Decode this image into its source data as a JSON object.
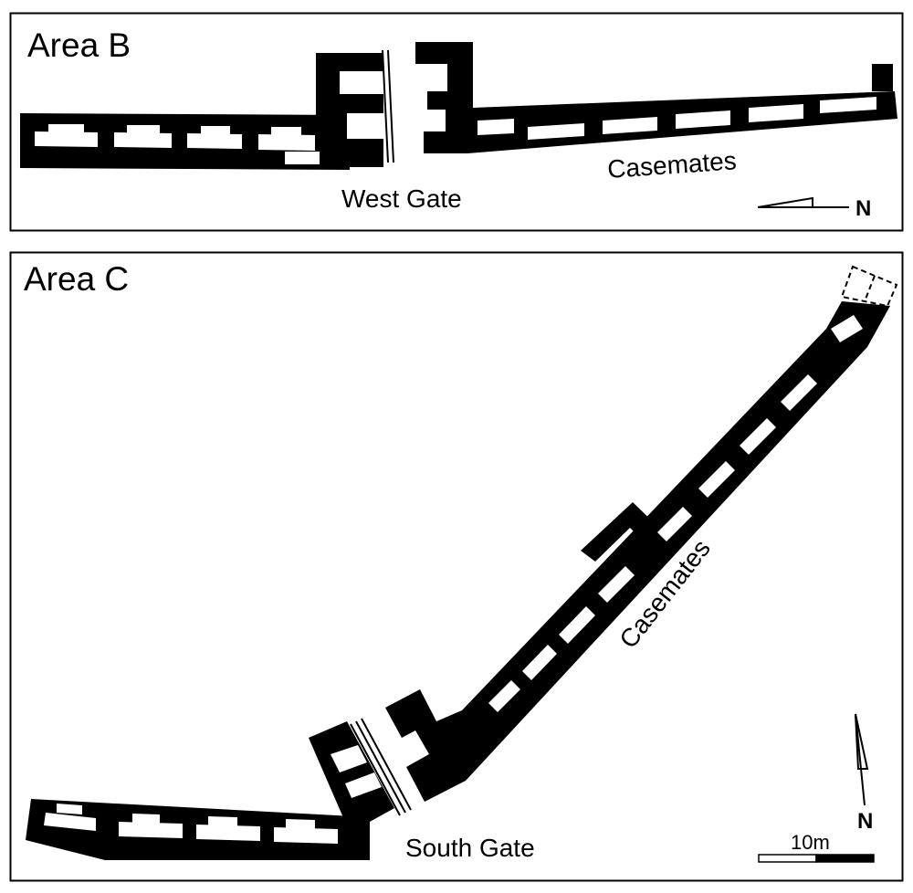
{
  "area_b": {
    "title": "Area B",
    "gate_label": "West Gate",
    "casemates_label": "Casemates",
    "north_label": "N"
  },
  "area_c": {
    "title": "Area C",
    "gate_label": "South Gate",
    "casemates_label": "Casemates",
    "north_label": "N",
    "scale_label": "10m"
  },
  "colors": {
    "wall": "#000000",
    "frame": "#000000",
    "background": "#ffffff"
  }
}
